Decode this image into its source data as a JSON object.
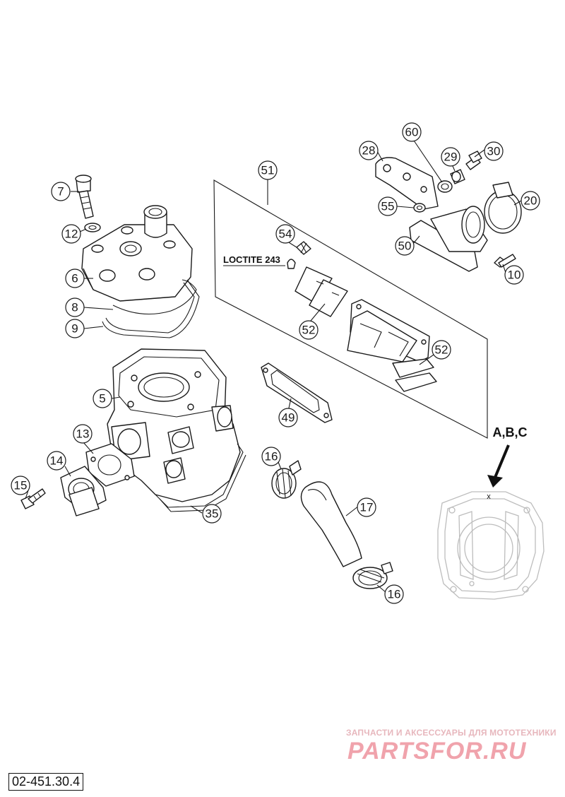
{
  "diagram": {
    "callouts": [
      "7",
      "12",
      "6",
      "8",
      "9",
      "5",
      "13",
      "14",
      "15",
      "35",
      "51",
      "54",
      "52",
      "52",
      "49",
      "16",
      "17",
      "16",
      "28",
      "60",
      "29",
      "30",
      "20",
      "55",
      "50",
      "10"
    ],
    "loctite_label": "LOCTITE 243",
    "variant_label": "A,B,C",
    "variant_mark": "x"
  },
  "watermark": {
    "tagline": "ЗАПЧАСТИ И АКСЕССУАРЫ ДЛЯ МОТОТЕХНИКИ",
    "logo": "PARTSFOR.RU"
  },
  "part_number": "02-451.30.4",
  "colors": {
    "line": "#1a1a1a",
    "faint": "#bdbdbd",
    "watermark": "#f0a3ac"
  }
}
